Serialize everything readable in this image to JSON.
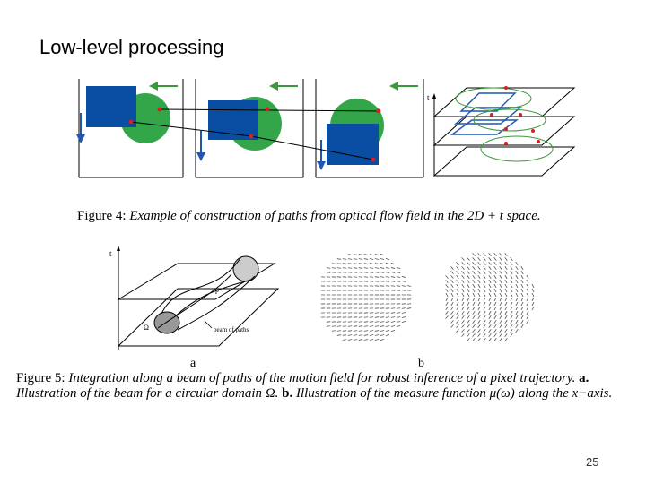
{
  "slide": {
    "title": "Low-level processing",
    "page_number": "25"
  },
  "figure4": {
    "axis_label": "t",
    "caption_label": "Figure 4:",
    "caption_text": "Example of construction of paths from optical flow field in the",
    "caption_math": "2D + t",
    "caption_end": "space."
  },
  "figure5": {
    "axis_label": "t",
    "label_p": "p",
    "label_omega": "Ω",
    "label_beam": "beam of paths",
    "sub_a": "a",
    "sub_b": "b",
    "caption_label": "Figure 5:",
    "caption_part1": "Integration along a beam of paths of the motion field for robust inference of a pixel trajectory.",
    "caption_a": "a.",
    "caption_part2": "Illustration of the beam for a circular domain",
    "caption_omega": "Ω.",
    "caption_b": "b.",
    "caption_part3": "Illustration of the measure function",
    "caption_mu": "μ(ω)",
    "caption_part4": "along the",
    "caption_x": "x",
    "caption_part5": "−axis."
  },
  "colors": {
    "blue_square": "#0a4ea3",
    "green_circle": "#33a64a",
    "arrow_green": "#3a9a3a",
    "blue_arrow": "#1f57b0",
    "red_point": "#d42020"
  }
}
